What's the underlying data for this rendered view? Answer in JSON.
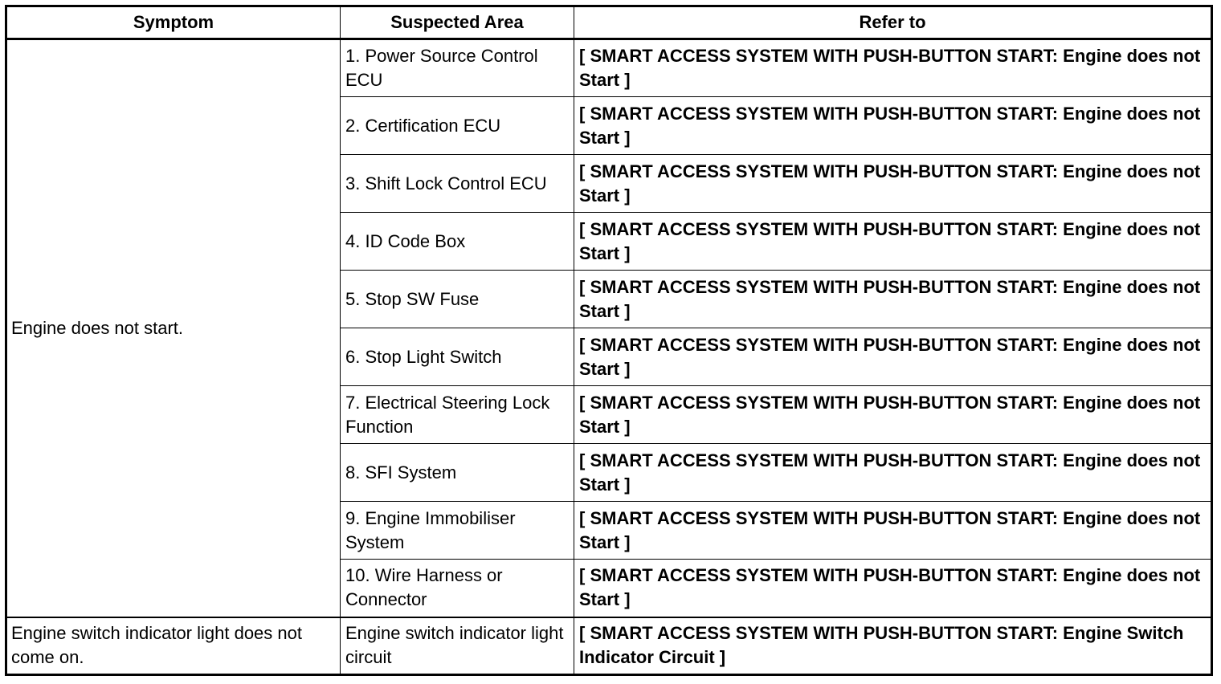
{
  "headers": {
    "symptom": "Symptom",
    "suspected_area": "Suspected Area",
    "refer_to": "Refer to"
  },
  "groups": [
    {
      "symptom": "Engine does not start.",
      "rows": [
        {
          "area": "1. Power Source Control ECU",
          "refer": "[ SMART ACCESS SYSTEM WITH PUSH-BUTTON START: Engine does not Start ]"
        },
        {
          "area": "2. Certification ECU",
          "refer": "[ SMART ACCESS SYSTEM WITH PUSH-BUTTON START: Engine does not Start ]"
        },
        {
          "area": "3. Shift Lock Control ECU",
          "refer": "[ SMART ACCESS SYSTEM WITH PUSH-BUTTON START: Engine does not Start ]"
        },
        {
          "area": "4. ID Code Box",
          "refer": "[ SMART ACCESS SYSTEM WITH PUSH-BUTTON START: Engine does not Start ]"
        },
        {
          "area": "5. Stop SW Fuse",
          "refer": "[ SMART ACCESS SYSTEM WITH PUSH-BUTTON START: Engine does not Start ]"
        },
        {
          "area": "6. Stop Light Switch",
          "refer": "[ SMART ACCESS SYSTEM WITH PUSH-BUTTON START: Engine does not Start ]"
        },
        {
          "area": "7. Electrical Steering Lock Function",
          "refer": "[ SMART ACCESS SYSTEM WITH PUSH-BUTTON START: Engine does not Start ]"
        },
        {
          "area": "8. SFI System",
          "refer": "[ SMART ACCESS SYSTEM WITH PUSH-BUTTON START: Engine does not Start ]"
        },
        {
          "area": "9. Engine Immobiliser System",
          "refer": "[ SMART ACCESS SYSTEM WITH PUSH-BUTTON START: Engine does not Start ]"
        },
        {
          "area": "10. Wire Harness or Connector",
          "refer": "[ SMART ACCESS SYSTEM WITH PUSH-BUTTON START: Engine does not Start ]"
        }
      ]
    },
    {
      "symptom": "Engine switch indicator light does not come on.",
      "rows": [
        {
          "area": "Engine switch indicator light circuit",
          "refer": "[ SMART ACCESS SYSTEM WITH PUSH-BUTTON START: Engine Switch Indicator Circuit ]"
        }
      ]
    }
  ]
}
